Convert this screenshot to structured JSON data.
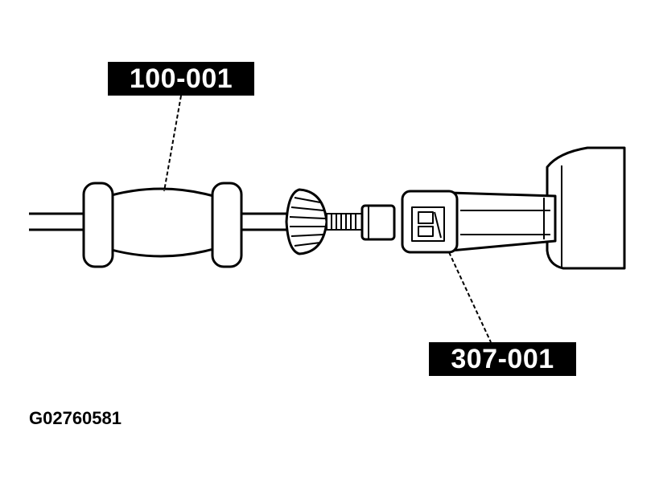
{
  "callouts": {
    "slide_hammer": "100-001",
    "remover_tool": "307-001"
  },
  "figure_id": "G02760581",
  "colors": {
    "ink": "#000000",
    "paper": "#ffffff"
  }
}
